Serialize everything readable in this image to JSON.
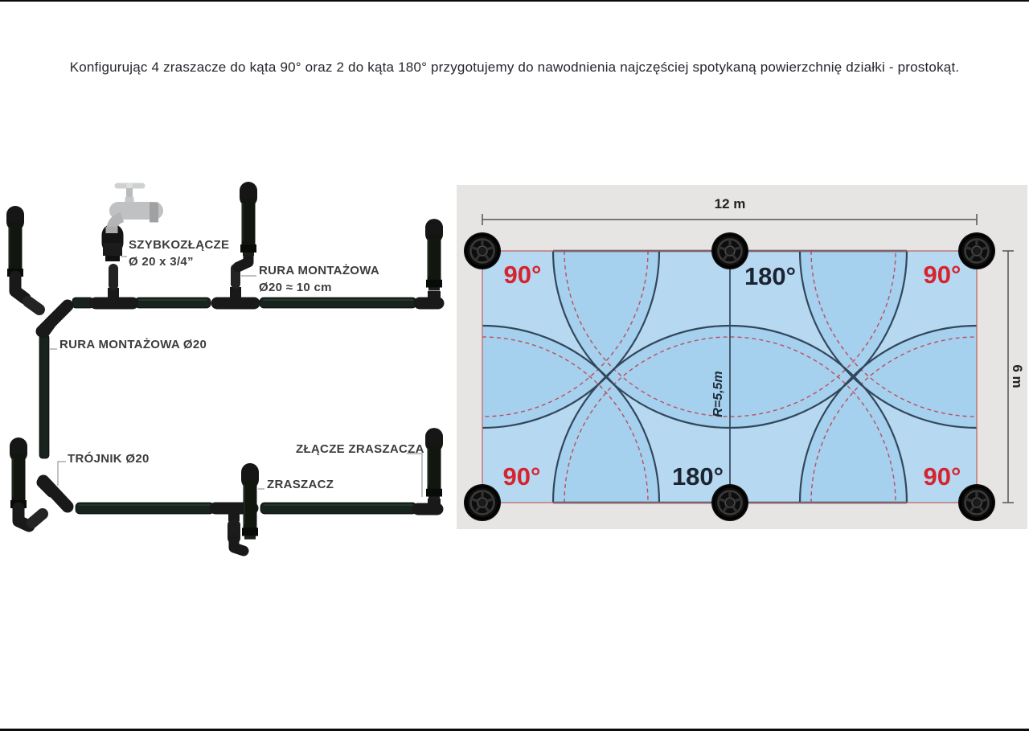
{
  "headline": "Konfigurując 4 zraszacze do kąta 90° oraz 2 do kąta 180° przygotujemy do nawodnienia najczęściej spotykaną powierzchnię działki - prostokąt.",
  "assembly": {
    "labels": {
      "quick_connect_1": "SZYBKOZŁĄCZE",
      "quick_connect_2": "Ø 20 x 3/4”",
      "mount_pipe_short_1": "RURA MONTAŻOWA",
      "mount_pipe_short_2": "Ø20 ≈ 10 cm",
      "mount_pipe": "RURA MONTAŻOWA Ø20",
      "tee": "TRÓJNIK Ø20",
      "sprinkler": "ZRASZACZ",
      "sprinkler_connector": "ZŁĄCZE ZRASZACZA"
    }
  },
  "plan": {
    "width_label": "12 m",
    "height_label": "6 m",
    "radius_label": "R=5,5m",
    "angle_90": "90°",
    "angle_180": "180°",
    "colors": {
      "angle_90_color": "#d6232e",
      "angle_180_color": "#1b2430",
      "field_fill": "#d9e9f4",
      "coverage_fill": "rgba(147,200,235,0.5)",
      "arc_solid": "#33475a",
      "arc_dashed": "#c03a45",
      "panel_bg": "#e7e5e4"
    }
  }
}
